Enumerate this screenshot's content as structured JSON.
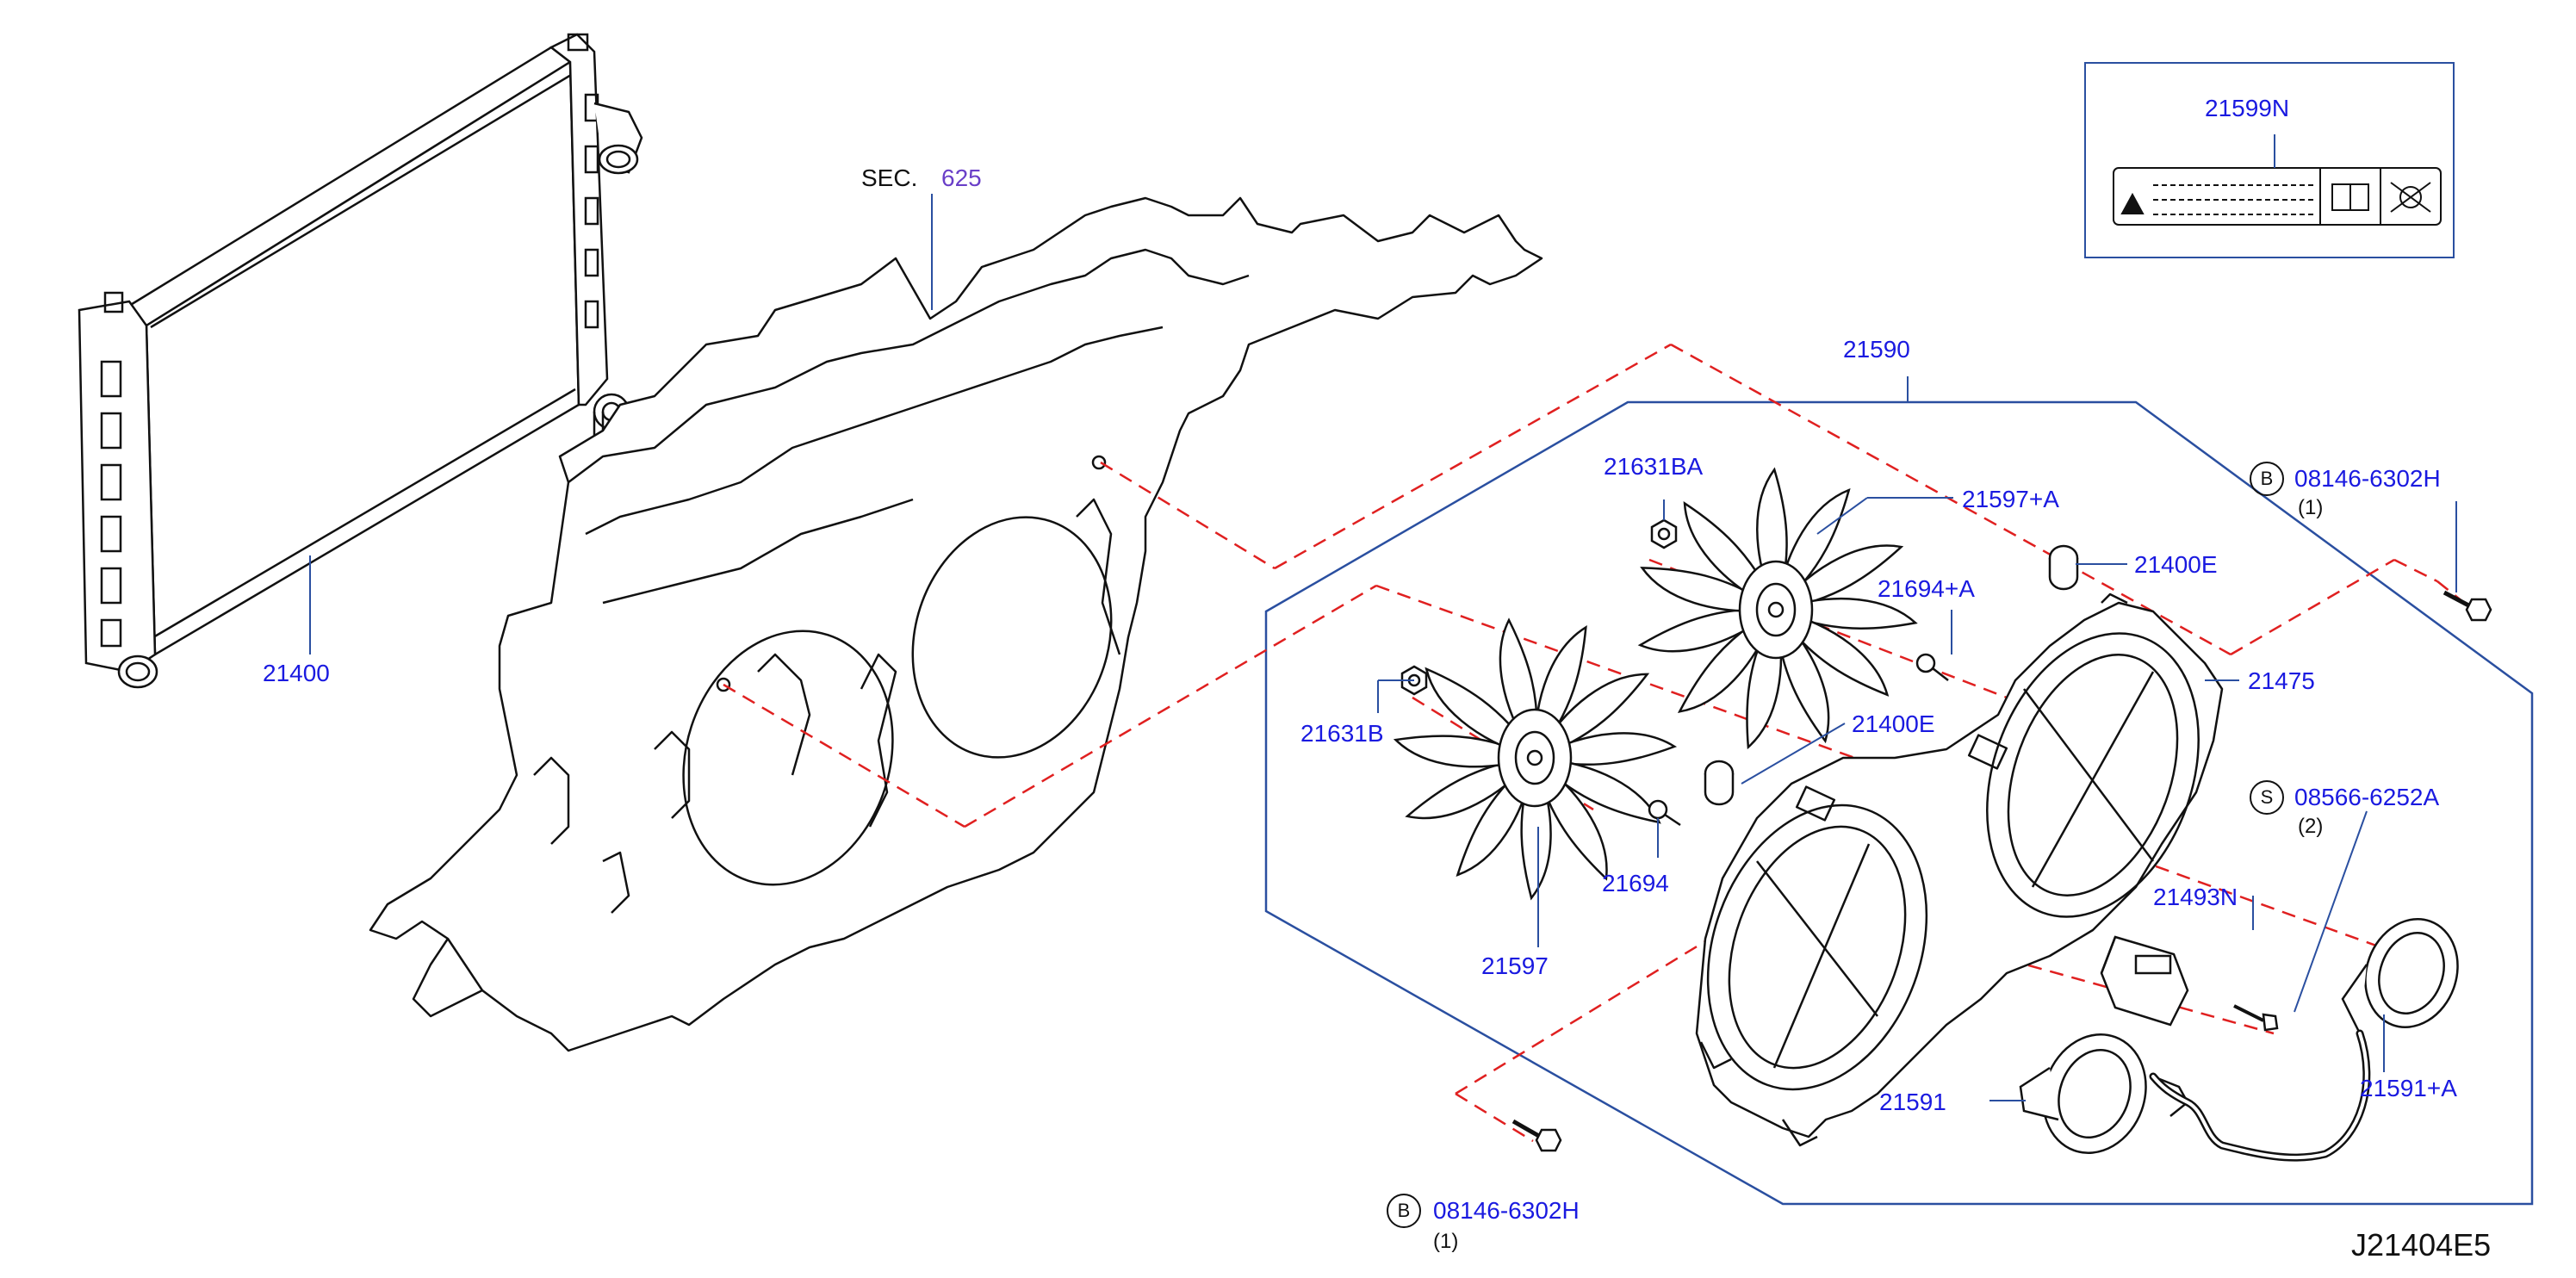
{
  "diagram": {
    "figure_id": "J21404E5",
    "section_ref": {
      "prefix": "SEC.",
      "number": "625"
    },
    "labels": {
      "radiator": "21400",
      "shroud_assembly": "21590",
      "label_21599N": "21599N",
      "fan_right": "21597+A",
      "fan_left": "21597",
      "bushing_upper": "21400E",
      "bushing_lower": "21400E",
      "nut_upper": "21631BA",
      "nut_lower": "21631B",
      "clip_upper": "21694+A",
      "clip_lower": "21694",
      "shroud": "21475",
      "resistor": "21493N",
      "motor_left": "21591",
      "motor_right": "21591+A"
    },
    "bolts": {
      "bolt_upper": {
        "symbol": "B",
        "part": "08146-6302H",
        "qty": "(1)"
      },
      "bolt_lower": {
        "symbol": "B",
        "part": "08146-6302H",
        "qty": "(1)"
      },
      "screw": {
        "symbol": "S",
        "part": "08566-6252A",
        "qty": "(2)"
      }
    },
    "colors": {
      "label": "#1a1ae0",
      "leader": "#2a4fa0",
      "dash": "#e02020",
      "line": "#111111"
    }
  }
}
